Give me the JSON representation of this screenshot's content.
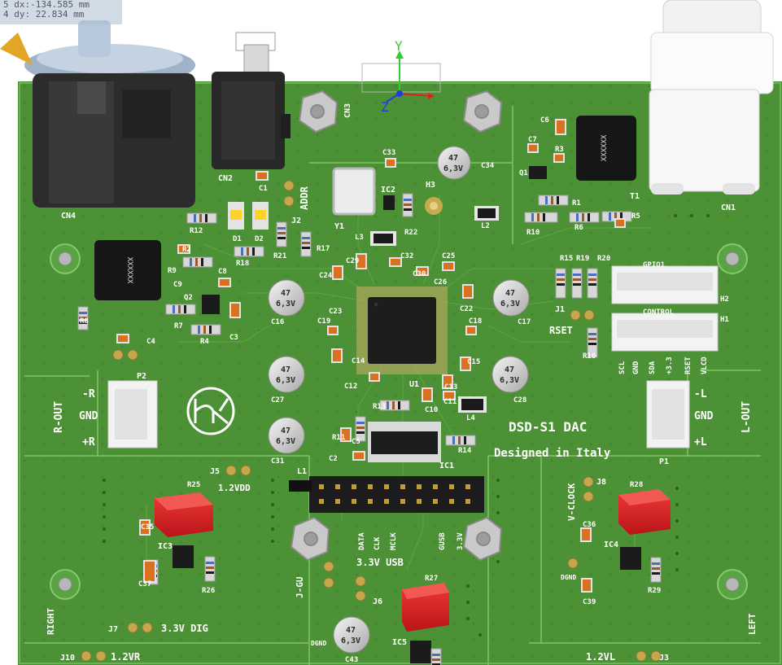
{
  "ruler": {
    "line1": "5    dx:-134.585 mm",
    "line2": "4    dy: 22.834 mm"
  },
  "axes": {
    "y": "Y",
    "z": "Z"
  },
  "board": {
    "title": "DSD-S1 DAC",
    "subtitle": "Designed in Italy"
  },
  "connectors": {
    "cn1": "CN1",
    "cn2": "CN2",
    "cn3": "CN3",
    "cn4": "CN4",
    "p1": "P1",
    "p2": "P2",
    "j1": "J1",
    "j2": "J2",
    "j3": "J3",
    "j5": "J5",
    "j6": "J6",
    "j7": "J7",
    "j8": "J8",
    "j10": "J10",
    "h1": "H1",
    "h2": "H2",
    "h3": "H3",
    "l1": "L1",
    "gpio1": "GPIO1",
    "control": "CONTROL"
  },
  "labels": {
    "addr": "ADDR",
    "rset": "RSET",
    "r_out": "R-OUT",
    "l_out": "L-OUT",
    "minus_r": "-R",
    "gnd_r": "GND",
    "plus_r": "+R",
    "minus_l": "-L",
    "gnd_l": "GND",
    "plus_l": "+L",
    "vdd12": "1.2VDD",
    "usb33": "3.3V USB",
    "dig33": "3.3V DIG",
    "vr12": "1.2VR",
    "vl12": "1.2VL",
    "right": "RIGHT",
    "left": "LEFT",
    "vclock": "V-CLOCK",
    "jgu": "J-GU",
    "dgnd1": "DGND",
    "dgnd2": "DGND",
    "pin_data": "DATA",
    "pin_clk": "CLK",
    "pin_mclk": "MCLK",
    "pin_gusb": "GUSB",
    "pin_33v": "3.3V",
    "ctl_scl": "SCL",
    "ctl_gnd": "GND",
    "ctl_sda": "SDA",
    "ctl_33": "+3.3",
    "ctl_rset": "RSET",
    "ctl_vlcd": "VLCD"
  },
  "ics": {
    "ic1": "IC1",
    "ic2": "IC2",
    "ic3": "IC3",
    "ic4": "IC4",
    "ic5": "IC5",
    "u1": "U1",
    "y1": "Y1",
    "t1": "T1",
    "chip_text": "XXXXXX"
  },
  "caps": {
    "c_big_value": "47",
    "c_big_voltage": "6,3V"
  },
  "refs": [
    "C1",
    "C2",
    "C3",
    "C4",
    "C5",
    "C6",
    "C7",
    "C8",
    "C9",
    "C10",
    "C11",
    "C12",
    "C13",
    "C14",
    "C15",
    "C16",
    "C17",
    "C18",
    "C19",
    "C22",
    "C23",
    "C24",
    "C25",
    "C26",
    "C27",
    "C28",
    "C29",
    "C30",
    "C31",
    "C32",
    "C33",
    "C34",
    "C35",
    "C36",
    "C37",
    "C39",
    "C43",
    "R1",
    "R2",
    "R3",
    "R4",
    "R5",
    "R6",
    "R7",
    "R8",
    "R9",
    "R10",
    "R11",
    "R12",
    "R13",
    "R14",
    "R15",
    "R16",
    "R17",
    "R18",
    "R19",
    "R20",
    "R21",
    "R22",
    "R25",
    "R26",
    "R27",
    "R28",
    "R29",
    "D1",
    "D2",
    "Q1",
    "Q2",
    "L2",
    "L3",
    "L4"
  ]
}
